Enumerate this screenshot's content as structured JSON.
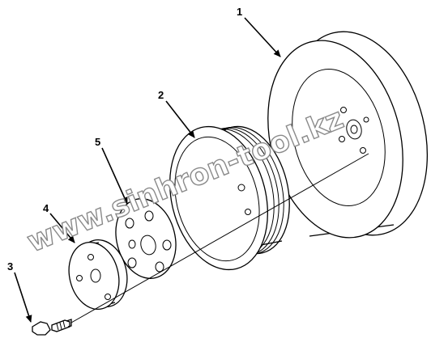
{
  "callouts": {
    "c1": "1",
    "c2": "2",
    "c3": "3",
    "c4": "4",
    "c5": "5"
  },
  "watermark": "www.sinhron-tool.kz"
}
